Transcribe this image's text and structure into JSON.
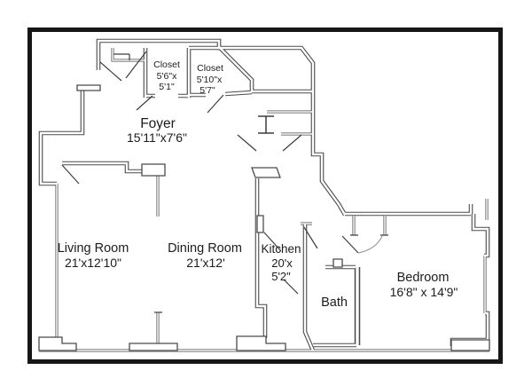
{
  "rooms": {
    "closet_left": {
      "name": "Closet",
      "dim1": "5'6\"x",
      "dim2": "5'1\""
    },
    "closet_right": {
      "name": "Closet",
      "dim1": "5'10\"x",
      "dim2": "5'7\""
    },
    "foyer": {
      "name": "Foyer",
      "dims": "15'11\"x7'6\""
    },
    "living_room": {
      "name": "Living Room",
      "dims": "21'x12'10\""
    },
    "dining_room": {
      "name": "Dining Room",
      "dims": "21'x12'"
    },
    "kitchen": {
      "name": "Kitchen",
      "dim1": "20'x",
      "dim2": "5'2\""
    },
    "bath": {
      "name": "Bath"
    },
    "bedroom": {
      "name": "Bedroom",
      "dims": "16'8\" x 14'9\""
    }
  },
  "colors": {
    "wall": "#4a4a4a",
    "text": "#1c1c1c",
    "frame": "#161616",
    "background": "#ffffff"
  }
}
